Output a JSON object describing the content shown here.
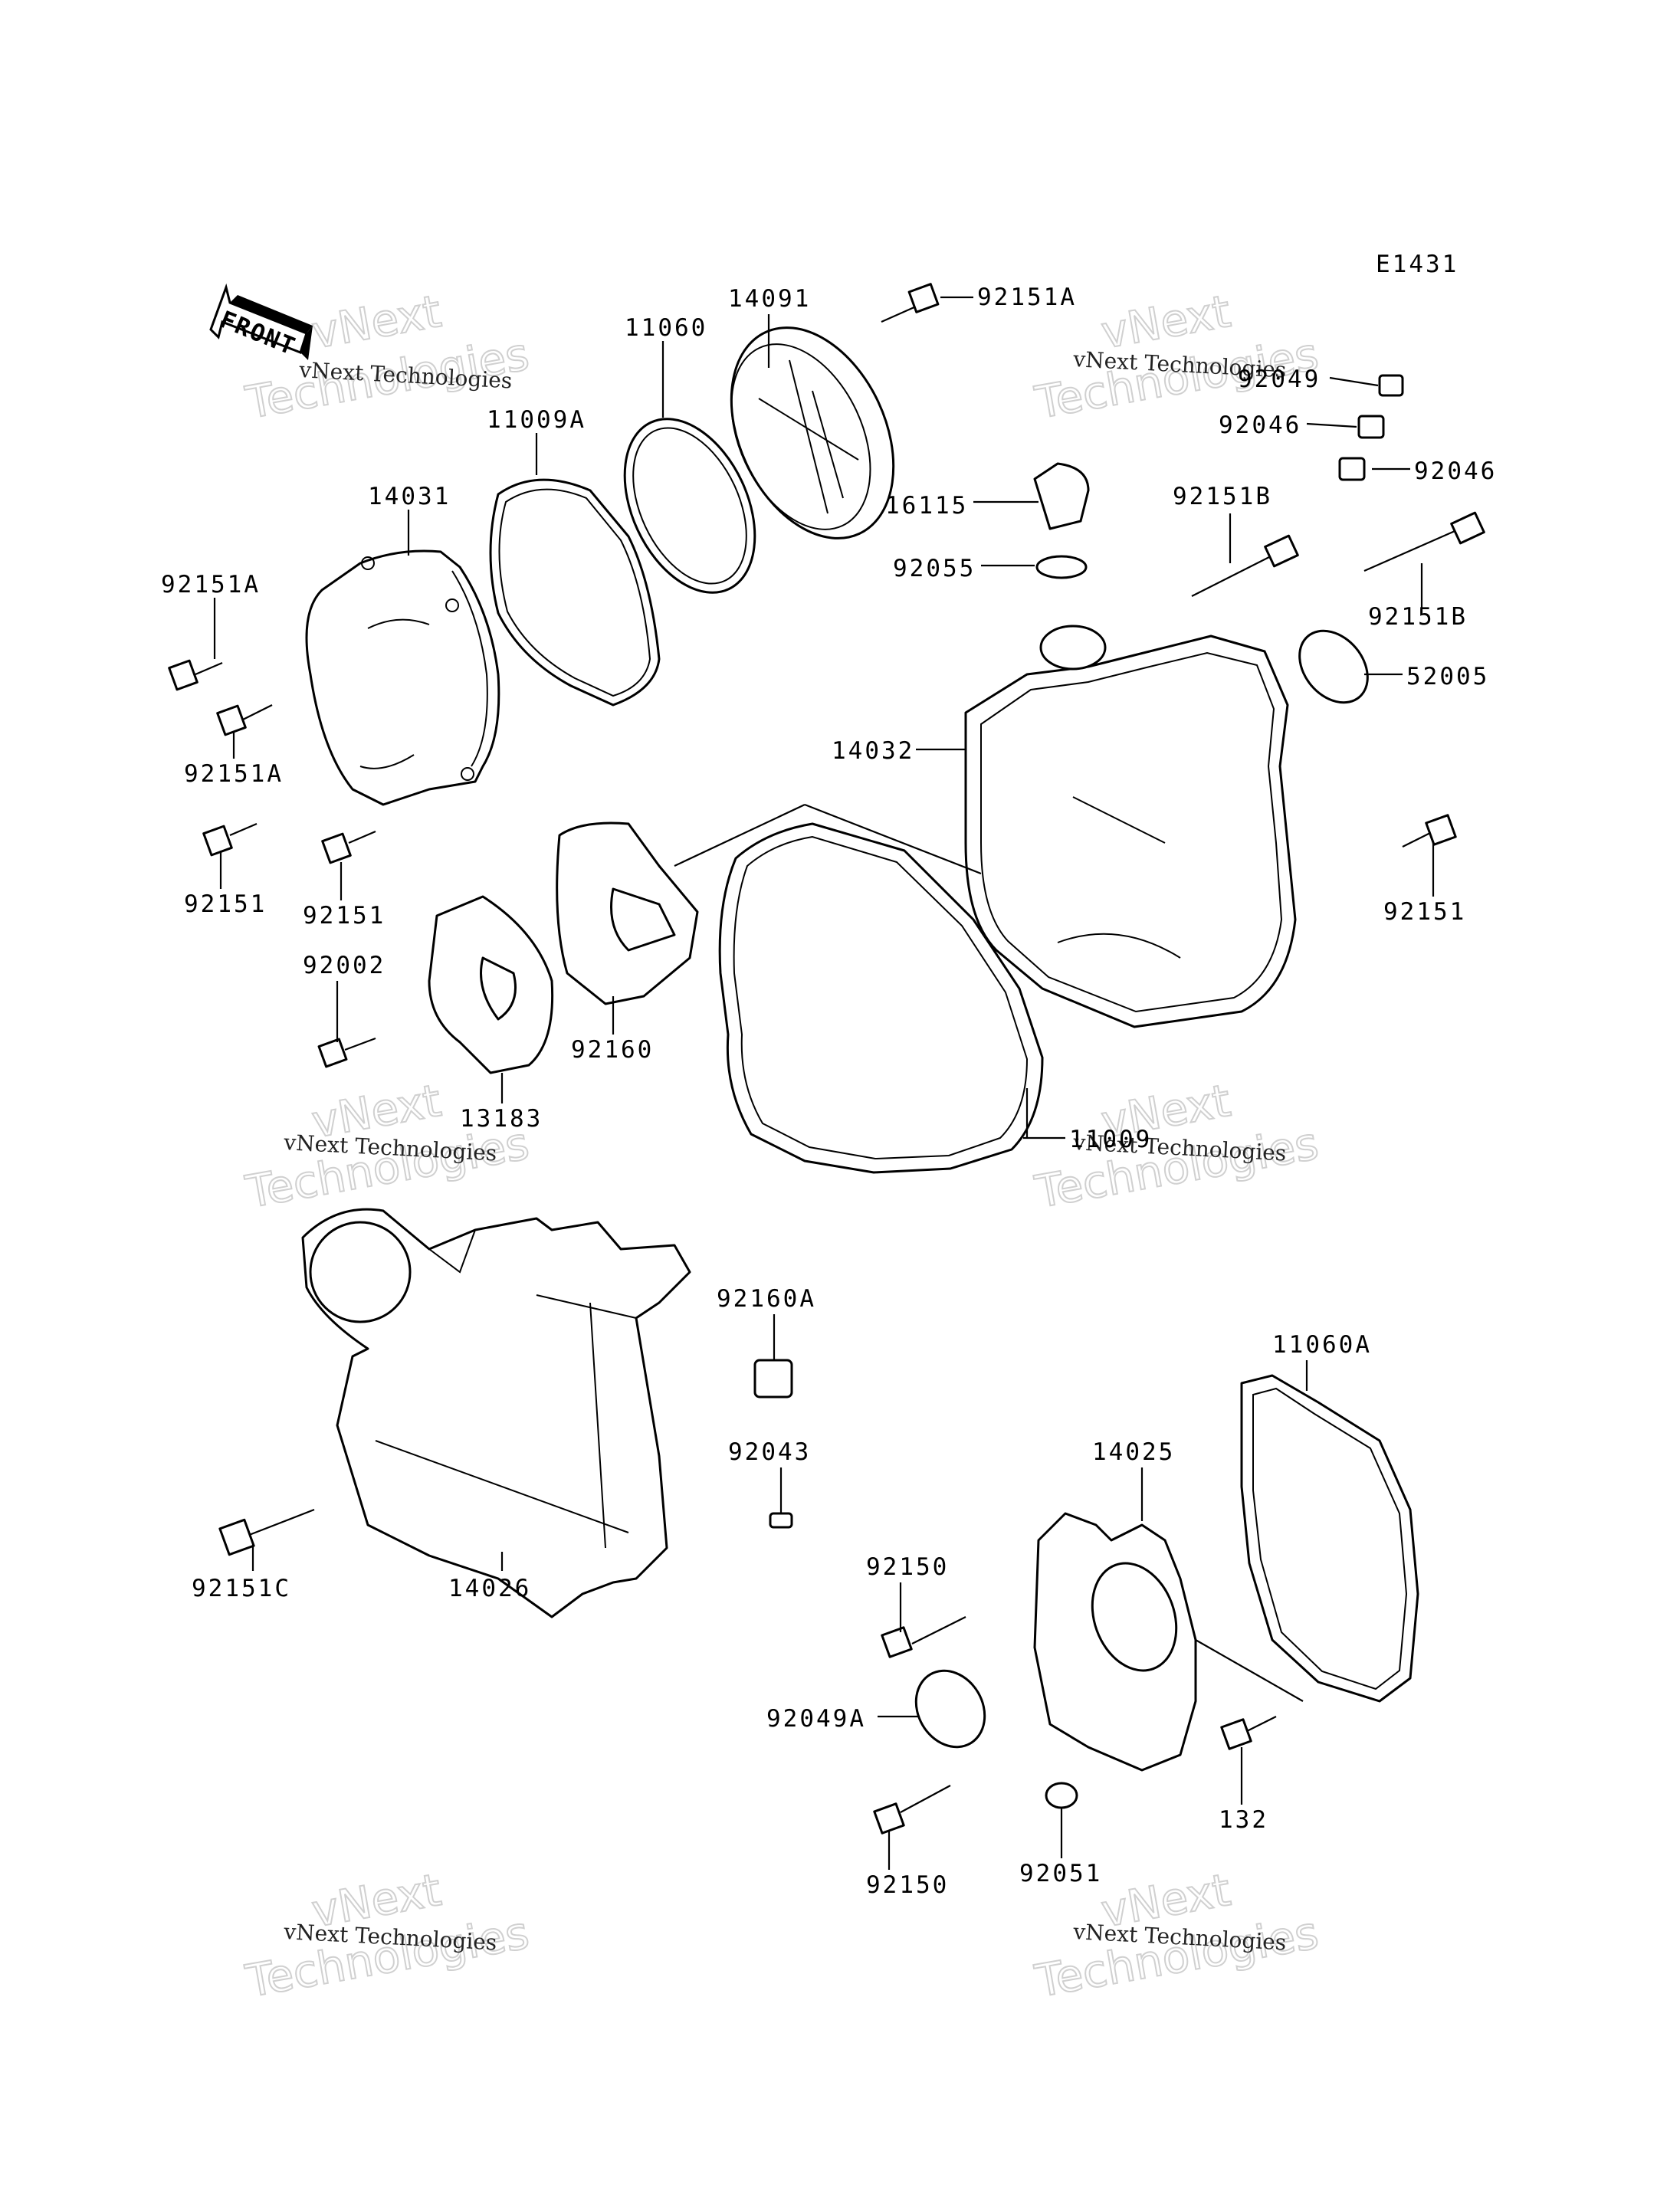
{
  "diagram_code": "E1431",
  "front_marker": "FRONT",
  "watermark": {
    "line1": "vNext",
    "line2": "Technologies",
    "caption": "vNext Technologies"
  },
  "labels": {
    "p14091": "14091",
    "p92151A_top": "92151A",
    "p11060": "11060",
    "p11009A": "11009A",
    "p14031": "14031",
    "p92151A_left": "92151A",
    "p92151A_left2": "92151A",
    "p92151_left": "92151",
    "p92151_mid": "92151",
    "p92002": "92002",
    "p13183": "13183",
    "p92160": "92160",
    "p92049": "92049",
    "p92046_a": "92046",
    "p92046_b": "92046",
    "p16115": "16115",
    "p92055": "92055",
    "p92151B_a": "92151B",
    "p92151B_b": "92151B",
    "p52005": "52005",
    "p14032": "14032",
    "p92151_right": "92151",
    "p11009": "11009",
    "p92160A": "92160A",
    "p92043": "92043",
    "p92151C": "92151C",
    "p14026": "14026",
    "p11060A": "11060A",
    "p14025": "14025",
    "p92150_a": "92150",
    "p92049A": "92049A",
    "p92150_b": "92150",
    "p92051": "92051",
    "p132": "132"
  }
}
